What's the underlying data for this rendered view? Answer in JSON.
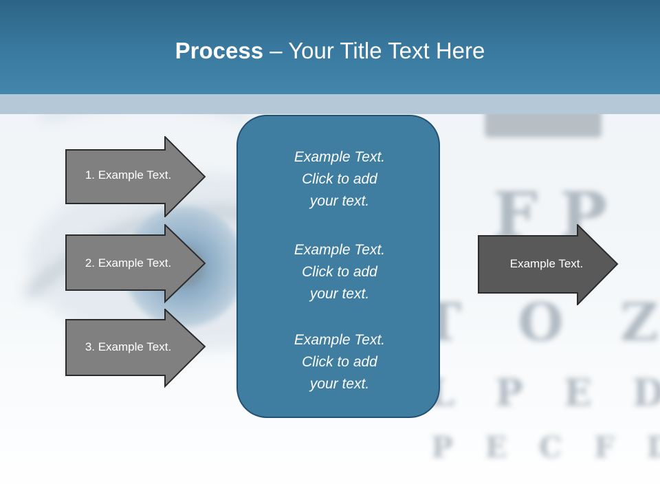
{
  "title": {
    "bold": "Process",
    "rest": " – Your Title Text Here"
  },
  "steps": [
    {
      "label": "1. Example Text."
    },
    {
      "label": "2. Example Text."
    },
    {
      "label": "3. Example Text."
    }
  ],
  "center_box": {
    "paragraphs": [
      [
        "Example Text.",
        "Click  to add",
        "your text."
      ],
      [
        "Example Text.",
        "Click  to add",
        "your text."
      ],
      [
        "Example Text.",
        "Click  to add",
        "your text."
      ]
    ]
  },
  "result": {
    "label": "Example Text."
  },
  "background": {
    "eye_chart_rows": [
      "E",
      "F P",
      "T O Z",
      "L P E D",
      "P E C F D"
    ]
  },
  "colors": {
    "title_bar": "#3a7aa0",
    "title_strip": "#b5c8d8",
    "center_fill": "#3f7da1",
    "center_border": "#235173",
    "step_arrow_fill": "#808080",
    "result_arrow_fill": "#595959",
    "arrow_border": "#2b2b2b"
  }
}
